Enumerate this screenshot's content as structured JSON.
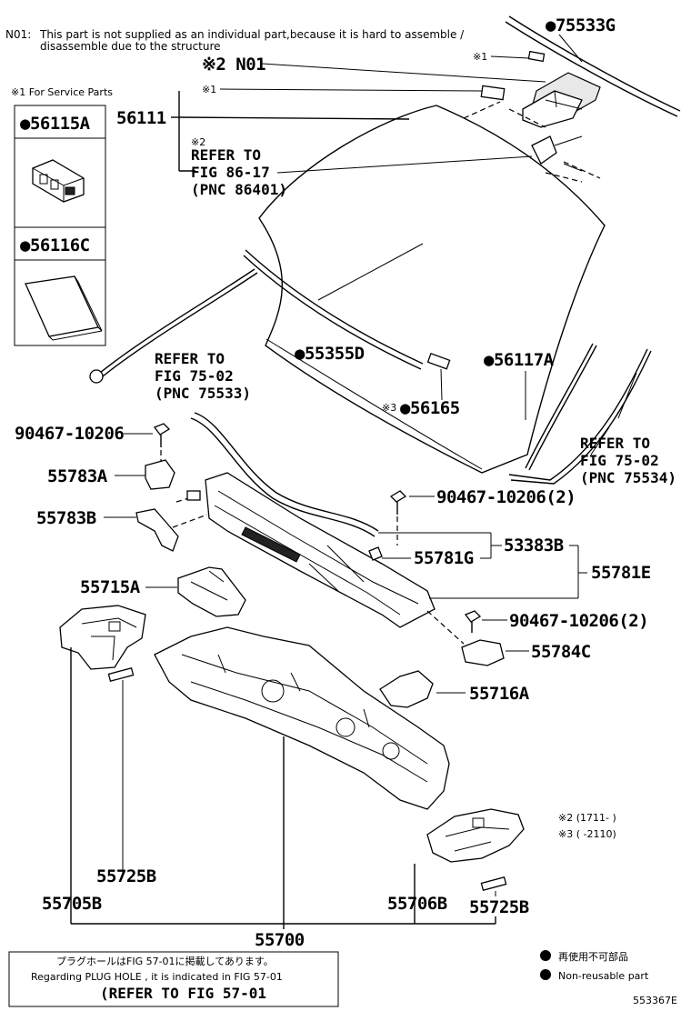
{
  "notes": {
    "n01_prefix": "N01:",
    "n01_line1": "This part is not supplied as an individual part,because it is hard to assemble /",
    "n01_line2": "disassemble due to the structure",
    "service_note": "※1 For Service Parts",
    "range2": "※2 (1711-      )",
    "range3": "※3 (      -2110)"
  },
  "service_box": {
    "item1": "●56115A",
    "item2": "●56116C"
  },
  "labels": {
    "p75533G": "●75533G",
    "n01": "※2 N01",
    "mark1a": "※1",
    "mark1b": "※1",
    "p56111": "56111",
    "ref86_mark": "※2",
    "ref86_1": "REFER TO",
    "ref86_2": "FIG 86-17",
    "ref86_3": "(PNC 86401)",
    "p55355D": "●55355D",
    "p56117A": "●56117A",
    "ref75a_1": "REFER TO",
    "ref75a_2": "FIG 75-02",
    "ref75a_3": "(PNC 75533)",
    "p56165": "※3●56165",
    "ref75b_1": "REFER TO",
    "ref75b_2": "FIG 75-02",
    "ref75b_3": "(PNC 75534)",
    "b90467a": "90467-10206",
    "p55783A": "55783A",
    "p55783B": "55783B",
    "b90467b": "90467-10206(2)",
    "p55781G": "55781G",
    "p53383B": "53383B",
    "p55781E": "55781E",
    "p55715A": "55715A",
    "b90467c": "90467-10206(2)",
    "p55784C": "55784C",
    "p55716A": "55716A",
    "p55725B_l": "55725B",
    "p55705B": "55705B",
    "p55706B": "55706B",
    "p55725B_r": "55725B",
    "p55700": "55700"
  },
  "footer": {
    "jp": "プラグホールはFIG 57-01に掲載してあります。",
    "en": "Regarding  PLUG  HOLE , it is indicated in FIG  57-01",
    "refer": "(REFER TO FIG 57-01"
  },
  "legend": {
    "jp": "再使用不可部品",
    "en": "Non-reusable part"
  },
  "figure_id": "553367E"
}
